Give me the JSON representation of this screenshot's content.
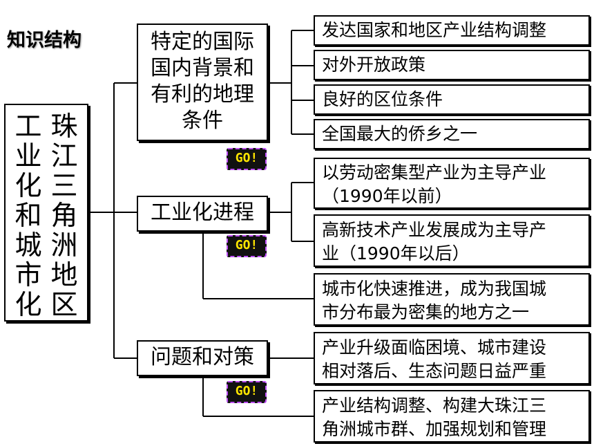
{
  "page_title": "知识结构",
  "root": {
    "col1": "工业化和城市化",
    "col2": "珠江三角洲地区"
  },
  "branches": {
    "background": {
      "label_lines": [
        "特定的国际",
        "国内背景和",
        "有利的地理",
        "条件"
      ],
      "items": [
        [
          "发达国家和地区产业结构调整"
        ],
        [
          "对外开放政策"
        ],
        [
          "良好的区位条件"
        ],
        [
          "全国最大的侨乡之一"
        ]
      ]
    },
    "industrialization": {
      "label": "工业化进程",
      "items": [
        [
          "以劳动密集型产业为主导产业",
          "（1990年以前）"
        ],
        [
          "高新技术产业发展成为主导产",
          "业（1990年以后）"
        ],
        [
          "城市化快速推进，成为我国城",
          "市分布最为密集的地方之一"
        ]
      ]
    },
    "problems": {
      "label": "问题和对策",
      "items": [
        [
          "产业升级面临困境、城市建设",
          "相对落后、生态问题日益严重"
        ],
        [
          "产业结构调整、构建大珠江三",
          "角洲城市群、加强规划和管理"
        ]
      ]
    }
  },
  "go_button_label": "GO!"
}
